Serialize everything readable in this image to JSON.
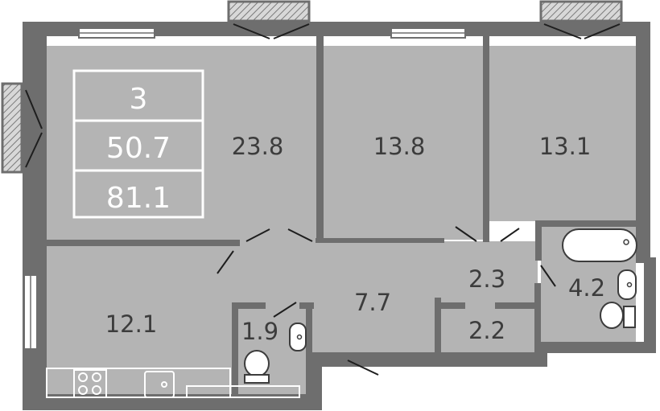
{
  "summary": {
    "rooms": "3",
    "living_area": "50.7",
    "total_area": "81.1"
  },
  "rooms": {
    "living_room": "23.8",
    "bedroom_middle": "13.8",
    "bedroom_right": "13.1",
    "kitchen": "12.1",
    "hallway": "7.7",
    "corridor": "2.3",
    "storage": "2.2",
    "bathroom": "4.2",
    "toilet": "1.9"
  },
  "colors": {
    "wall": "#6e6e6e",
    "floor": "#b4b4b4",
    "outline": "#ffffff",
    "text": "#3c3c3c"
  }
}
